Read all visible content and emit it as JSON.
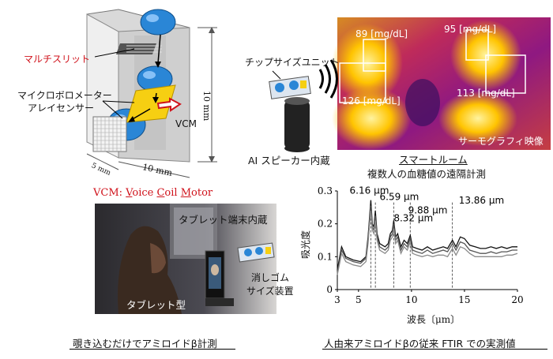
{
  "device": {
    "multislit": "マルチスリット",
    "bolometer_line1": "マイクロボロメーター",
    "bolometer_line2": "アレイセンサー",
    "vcm": "VCM",
    "dim_height": "10 mm",
    "dim_width": "10 mm",
    "dim_depth": "5 mm",
    "vcm_caption": "VCM: Voice Coil Motor",
    "vcm_caption_parts": [
      "VCM: ",
      "V",
      "oice ",
      "C",
      "oil ",
      "M",
      "otor"
    ]
  },
  "room": {
    "chip_unit": "チップサイズユニット",
    "ai_speaker": "AI スピーカー内蔵",
    "title": "スマートルーム",
    "subtitle": "複数人の血糖値の遠隔計測",
    "thermo_caption": "サーモグラフィ映像",
    "readings": [
      "89 [mg/dL]",
      "95 [mg/dL]",
      "126 [mg/dL]",
      "113 [mg/dL]"
    ]
  },
  "tablet": {
    "label_top": "タブレット端末内蔵",
    "label_eraser1": "消しゴム",
    "label_eraser2": "サイズ装置",
    "label_type": "タブレット型",
    "caption": "覗き込むだけでアミロイドβ計測"
  },
  "colors": {
    "accent_red": "#d0121b",
    "thermo_hot": "#ffb000",
    "thermo_cold": "#5a1c8c"
  },
  "chart_caption": "人由来アミロイドβの従来 FTIR での実測値",
  "chart_data": {
    "type": "line",
    "xlabel": "波長〔μm〕",
    "ylabel": "吸光度",
    "xlim": [
      3,
      20
    ],
    "ylim": [
      0,
      0.3
    ],
    "xticks": [
      3,
      5,
      10,
      15,
      20
    ],
    "yticks": [
      0,
      0.1,
      0.2,
      0.3
    ],
    "ytick_labels": [
      "0",
      "0.1",
      "0.2",
      "0.3"
    ],
    "peak_lines": [
      6.16,
      6.59,
      8.32,
      9.88,
      13.86
    ],
    "annotations": [
      "6.16 μm",
      "6.59 μm",
      "8.32 μm",
      "9.88 μm",
      "13.86 μm"
    ],
    "series": [
      {
        "color": "#111111",
        "x": [
          3,
          3.4,
          3.8,
          4.5,
          5.2,
          5.7,
          5.9,
          6.0,
          6.16,
          6.3,
          6.45,
          6.59,
          6.75,
          7.0,
          7.5,
          7.8,
          8.0,
          8.2,
          8.32,
          8.5,
          8.7,
          9.0,
          9.3,
          9.6,
          9.88,
          10.1,
          10.5,
          11,
          11.5,
          12,
          12.5,
          13,
          13.4,
          13.86,
          14.2,
          14.6,
          15,
          15.5,
          16,
          16.5,
          17,
          17.5,
          18,
          18.5,
          19,
          19.5,
          20
        ],
        "y": [
          0.06,
          0.13,
          0.1,
          0.09,
          0.085,
          0.1,
          0.16,
          0.2,
          0.272,
          0.2,
          0.19,
          0.24,
          0.17,
          0.14,
          0.13,
          0.14,
          0.17,
          0.18,
          0.21,
          0.16,
          0.17,
          0.13,
          0.15,
          0.14,
          0.165,
          0.13,
          0.125,
          0.12,
          0.13,
          0.12,
          0.125,
          0.13,
          0.125,
          0.15,
          0.13,
          0.16,
          0.155,
          0.135,
          0.13,
          0.125,
          0.125,
          0.13,
          0.125,
          0.13,
          0.125,
          0.13,
          0.13
        ]
      },
      {
        "color": "#555555",
        "x": [
          3,
          3.4,
          3.8,
          4.5,
          5.2,
          5.7,
          5.9,
          6.0,
          6.16,
          6.3,
          6.45,
          6.59,
          6.75,
          7.0,
          7.5,
          7.8,
          8.0,
          8.2,
          8.32,
          8.5,
          8.7,
          9.0,
          9.3,
          9.6,
          9.88,
          10.1,
          10.5,
          11,
          11.5,
          12,
          12.5,
          13,
          13.4,
          13.86,
          14.2,
          14.6,
          15,
          15.5,
          16,
          16.5,
          17,
          17.5,
          18,
          18.5,
          19,
          19.5,
          20
        ],
        "y": [
          0.05,
          0.12,
          0.095,
          0.085,
          0.08,
          0.095,
          0.15,
          0.19,
          0.255,
          0.19,
          0.18,
          0.225,
          0.16,
          0.13,
          0.12,
          0.13,
          0.16,
          0.17,
          0.2,
          0.15,
          0.16,
          0.12,
          0.14,
          0.13,
          0.155,
          0.12,
          0.115,
          0.11,
          0.12,
          0.11,
          0.115,
          0.12,
          0.115,
          0.14,
          0.12,
          0.145,
          0.14,
          0.12,
          0.115,
          0.11,
          0.11,
          0.115,
          0.11,
          0.115,
          0.115,
          0.12,
          0.12
        ]
      },
      {
        "color": "#8a8a8a",
        "x": [
          3,
          3.4,
          3.8,
          4.5,
          5.2,
          5.7,
          5.9,
          6.0,
          6.16,
          6.3,
          6.45,
          6.59,
          6.75,
          7.0,
          7.5,
          7.8,
          8.0,
          8.2,
          8.32,
          8.5,
          8.7,
          9.0,
          9.3,
          9.6,
          9.88,
          10.1,
          10.5,
          11,
          11.5,
          12,
          12.5,
          13,
          13.4,
          13.86,
          14.2,
          14.6,
          15,
          15.5,
          16,
          16.5,
          17,
          17.5,
          18,
          18.5,
          19,
          19.5,
          20
        ],
        "y": [
          0.045,
          0.11,
          0.085,
          0.075,
          0.07,
          0.085,
          0.14,
          0.18,
          0.24,
          0.18,
          0.17,
          0.21,
          0.15,
          0.12,
          0.11,
          0.12,
          0.15,
          0.16,
          0.185,
          0.14,
          0.15,
          0.11,
          0.13,
          0.12,
          0.145,
          0.11,
          0.105,
          0.1,
          0.105,
          0.1,
          0.105,
          0.105,
          0.1,
          0.125,
          0.105,
          0.13,
          0.125,
          0.11,
          0.1,
          0.1,
          0.1,
          0.1,
          0.1,
          0.1,
          0.105,
          0.105,
          0.11
        ]
      }
    ]
  }
}
